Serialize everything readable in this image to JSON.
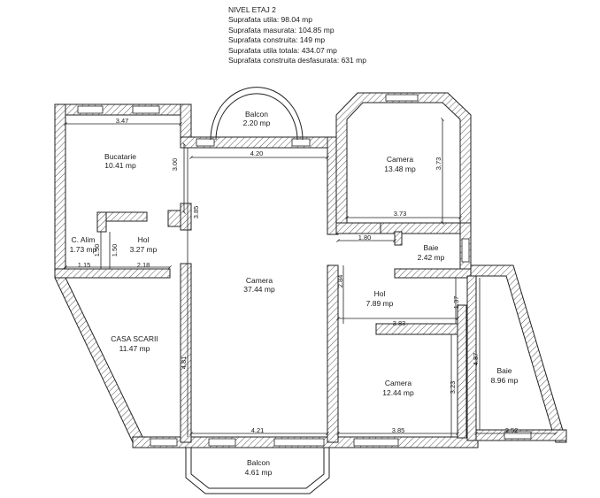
{
  "header": {
    "floor": "NIVEL ETAJ 2",
    "lines": [
      "Suprafata utila: 98.04 mp",
      "Suprafata masurata: 104.85 mp",
      "Suprafata construita: 149 mp",
      "Suprafata utila totala: 434.07 mp",
      "Suprafata construita desfasurata: 631 mp"
    ]
  },
  "rooms": {
    "bucatarie": {
      "name": "Bucatarie",
      "area": "10.41 mp"
    },
    "c_alim": {
      "name": "C. Alim",
      "area": "1.73 mp"
    },
    "hol_left": {
      "name": "Hol",
      "area": "3.27 mp"
    },
    "casa_scarii": {
      "name": "CASA SCARII",
      "area": "11.47 mp"
    },
    "camera_main": {
      "name": "Camera",
      "area": "37.44 mp"
    },
    "balcon_top": {
      "name": "Balcon",
      "area": "2.20 mp"
    },
    "balcon_bottom": {
      "name": "Balcon",
      "area": "4.61 mp"
    },
    "camera_tr": {
      "name": "Camera",
      "area": "13.48 mp"
    },
    "baie_mid": {
      "name": "Baie",
      "area": "2.42 mp"
    },
    "hol_right": {
      "name": "Hol",
      "area": "7.89 mp"
    },
    "camera_br": {
      "name": "Camera",
      "area": "12.44 mp"
    },
    "baie_right": {
      "name": "Baie",
      "area": "8.96 mp"
    }
  },
  "dimensions": {
    "bucatarie_w": "3.47",
    "bucatarie_h": "3.00",
    "hall_top": "4.20",
    "hall_side": "3.85",
    "cam_tr_h": "3.73",
    "cam_tr_w": "3.73",
    "baie_gap": "1.80",
    "c_alim_h": "1.50",
    "hol_left_h": "1.50",
    "c_alim_w": "1.15",
    "hol_left_w": "2.18",
    "hol_right_h": "2.84",
    "baie_short": "1.37",
    "cam_br_w": "3.83",
    "cam_main_h": "4.81",
    "baie_right_h": "4.87",
    "cam_br_h": "3.23",
    "cam_main_w": "4.21",
    "cam_br_bottom": "3.85",
    "baie_right_w": "2.52"
  }
}
